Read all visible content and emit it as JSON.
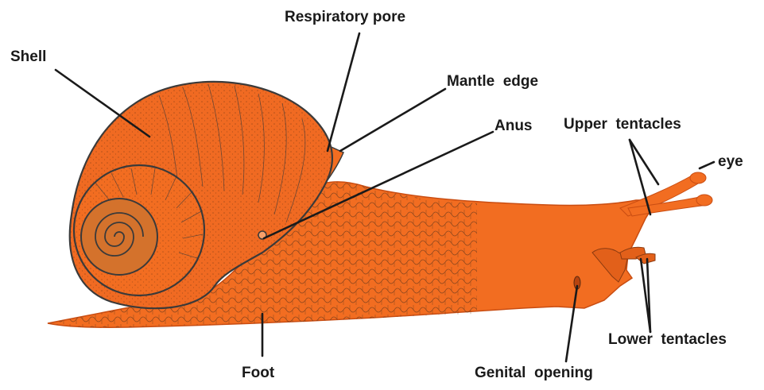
{
  "labels": {
    "shell": "Shell",
    "respiratory_pore": "Respiratory pore",
    "mantle_edge": "Mantle  edge",
    "anus": "Anus",
    "upper_tentacles": "Upper  tentacles",
    "eye": "eye",
    "lower_tentacles": "Lower  tentacles",
    "foot": "Foot",
    "genital_opening": "Genital  opening"
  },
  "colors": {
    "body": "#f26d21",
    "body_dark": "#c94d12",
    "shell": "#f06a22",
    "outline": "#3a3a3a",
    "spire": "#d4722c"
  }
}
